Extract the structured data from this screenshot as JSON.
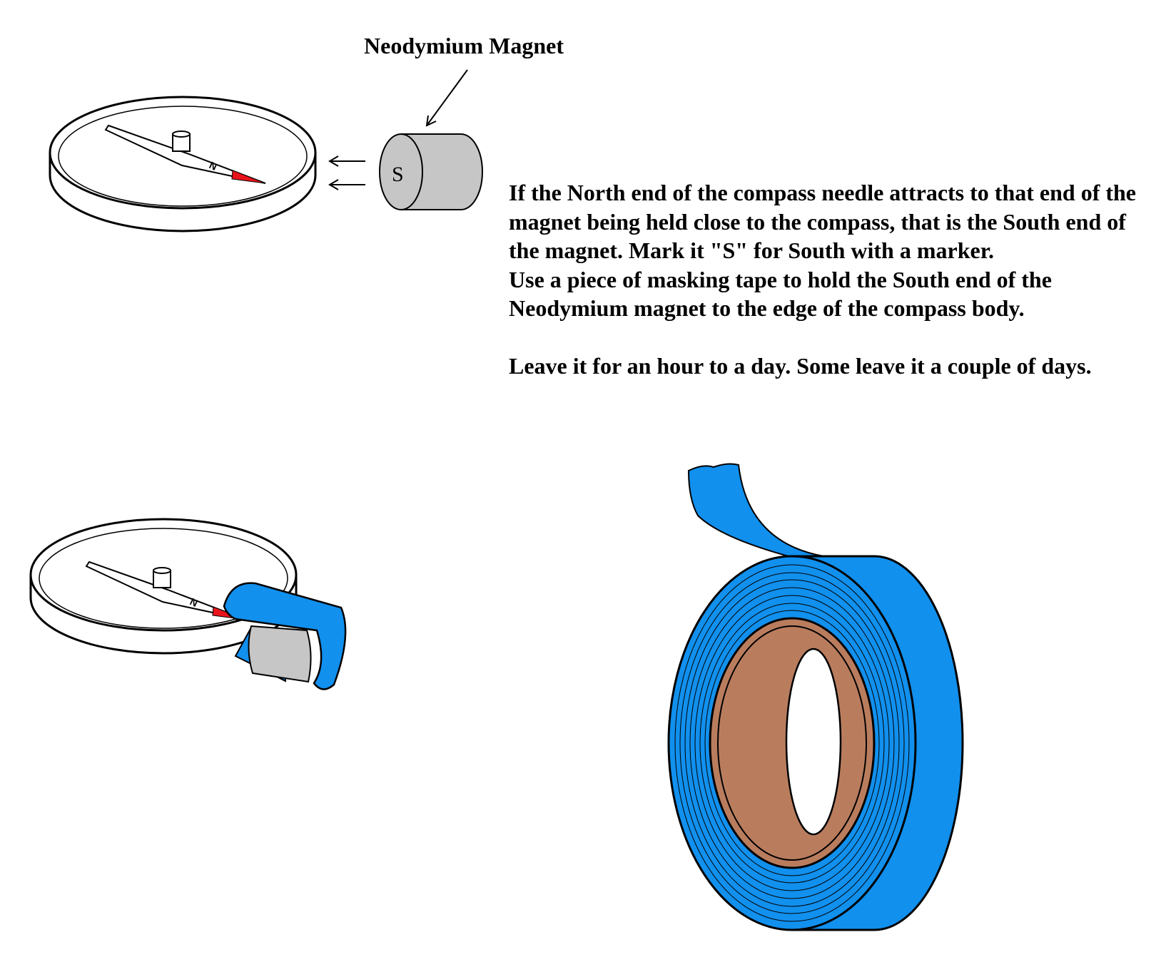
{
  "labels": {
    "magnet": "Neodymium Magnet",
    "magnet_pole": "S",
    "needle_pole": "N"
  },
  "instructions": {
    "paragraph_1": "If the North end of the compass needle attracts to that end of the magnet being held close to the compass,  that is the South end of the magnet. Mark it \"S\" for South with a marker.",
    "paragraph_2": "Use a piece of masking tape to hold the South end of the Neodymium magnet to the edge of the compass body.",
    "paragraph_3": "Leave it for an hour to a day. Some leave it a couple of days."
  },
  "colors": {
    "tape_blue": "#1190ee",
    "tape_core": "#b97d5e",
    "magnet_gray": "#c6c6c6",
    "needle_red": "#e8141b",
    "outline": "#000000",
    "background": "#ffffff"
  }
}
